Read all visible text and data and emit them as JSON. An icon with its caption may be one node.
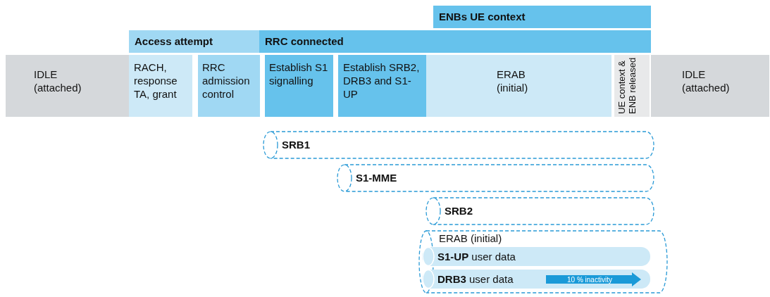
{
  "diagram": {
    "nodes": [
      {
        "text": [
          "ENBs UE context"
        ]
      },
      {
        "text": [
          "Access attempt"
        ]
      },
      {
        "text": [
          "RRC connected"
        ]
      },
      {
        "text": [
          "IDLE (attached)"
        ]
      },
      {
        "text": [
          "RACH, response TA, grant"
        ]
      },
      {
        "text": [
          "RRC admission control"
        ]
      },
      {
        "text": [
          "Establish S1 signalling"
        ]
      },
      {
        "text": [
          "Establish SRB2, DRB3 and S1-UP"
        ]
      },
      {
        "text": [
          "ERAB (initial)"
        ]
      },
      {
        "text": [
          "UE context & ENB released"
        ]
      },
      {
        "text": [
          "IDLE (attached)"
        ]
      },
      {
        "text": [
          "SRB1"
        ]
      },
      {
        "text": [
          "S1-MME"
        ]
      },
      {
        "text": [
          "SRB2"
        ]
      },
      {
        "text": [
          "ERAB (initial)"
        ]
      },
      {
        "text": [
          "**S1-UP** user data"
        ],
        "in": 14
      },
      {
        "text": [
          "**DRB3** user data"
        ],
        "in": 14
      }
    ],
    "labels": [
      "10 % inactivity"
    ]
  }
}
